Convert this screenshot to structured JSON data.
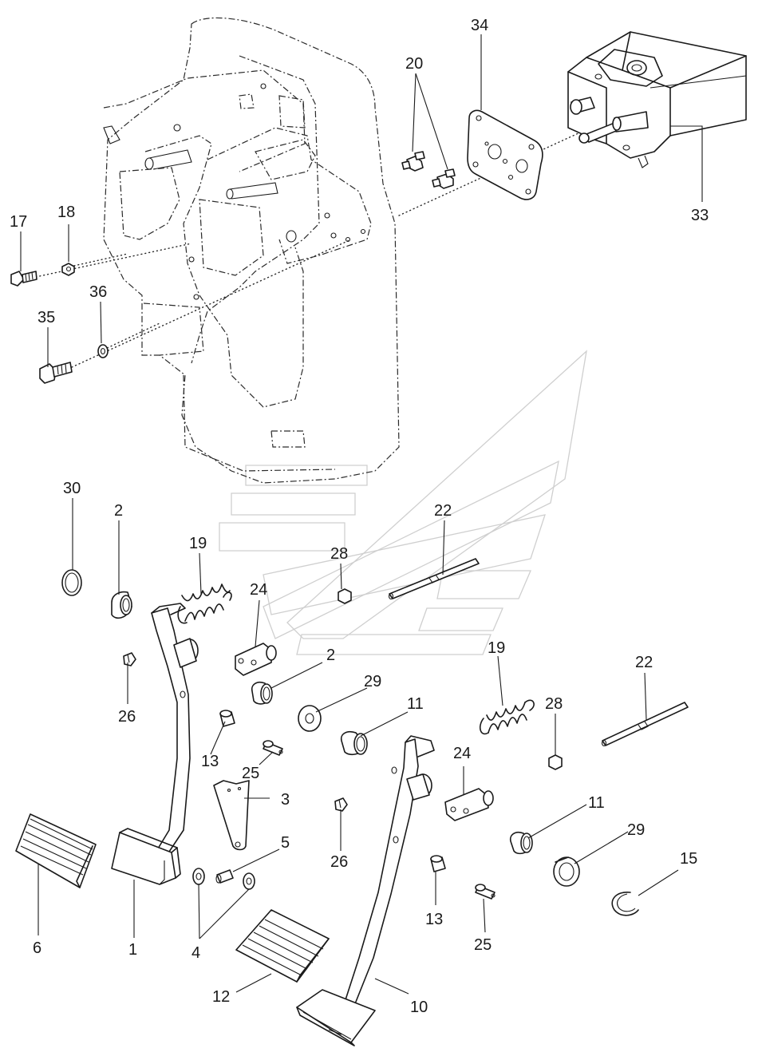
{
  "callouts": [
    {
      "id": "c34",
      "text": "34"
    },
    {
      "id": "c20",
      "text": "20"
    },
    {
      "id": "c33",
      "text": "33"
    },
    {
      "id": "c17",
      "text": "17"
    },
    {
      "id": "c18",
      "text": "18"
    },
    {
      "id": "c36",
      "text": "36"
    },
    {
      "id": "c35",
      "text": "35"
    },
    {
      "id": "c30",
      "text": "30"
    },
    {
      "id": "c2a",
      "text": "2"
    },
    {
      "id": "c19a",
      "text": "19"
    },
    {
      "id": "c24a",
      "text": "24"
    },
    {
      "id": "c28a",
      "text": "28"
    },
    {
      "id": "c22a",
      "text": "22"
    },
    {
      "id": "c2b",
      "text": "2"
    },
    {
      "id": "c29a",
      "text": "29"
    },
    {
      "id": "c11a",
      "text": "11"
    },
    {
      "id": "c19b",
      "text": "19"
    },
    {
      "id": "c22b",
      "text": "22"
    },
    {
      "id": "c28b",
      "text": "28"
    },
    {
      "id": "c26a",
      "text": "26"
    },
    {
      "id": "c13a",
      "text": "13"
    },
    {
      "id": "c25a",
      "text": "25"
    },
    {
      "id": "c3",
      "text": "3"
    },
    {
      "id": "c24b",
      "text": "24"
    },
    {
      "id": "c11b",
      "text": "11"
    },
    {
      "id": "c29b",
      "text": "29"
    },
    {
      "id": "c5",
      "text": "5"
    },
    {
      "id": "c26b",
      "text": "26"
    },
    {
      "id": "c15",
      "text": "15"
    },
    {
      "id": "c13b",
      "text": "13"
    },
    {
      "id": "c25b",
      "text": "25"
    },
    {
      "id": "c6",
      "text": "6"
    },
    {
      "id": "c1",
      "text": "1"
    },
    {
      "id": "c4",
      "text": "4"
    },
    {
      "id": "c12",
      "text": "12"
    },
    {
      "id": "c10",
      "text": "10"
    }
  ]
}
